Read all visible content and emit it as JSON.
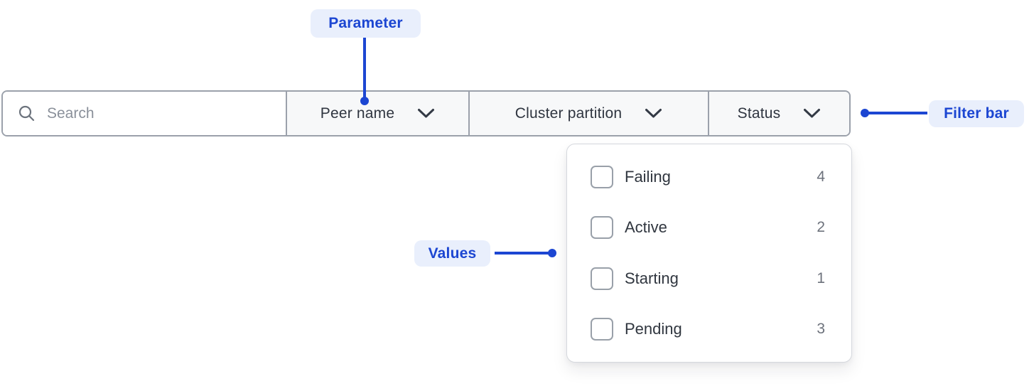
{
  "annotations": {
    "parameter_label": "Parameter",
    "filter_bar_label": "Filter bar",
    "values_label": "Values"
  },
  "filter_bar": {
    "search_placeholder": "Search",
    "parameters": [
      {
        "label": "Peer name"
      },
      {
        "label": "Cluster partition"
      },
      {
        "label": "Status"
      }
    ]
  },
  "status_dropdown": {
    "parameter": "Status",
    "options": [
      {
        "label": "Failing",
        "count": "4",
        "checked": false
      },
      {
        "label": "Active",
        "count": "2",
        "checked": false
      },
      {
        "label": "Starting",
        "count": "1",
        "checked": false
      },
      {
        "label": "Pending",
        "count": "3",
        "checked": false
      }
    ]
  },
  "colors": {
    "annotation_text": "#1c46d2",
    "annotation_pill_bg": "#e9effc",
    "bar_border": "#9ba1ab",
    "dropdown_segment_bg": "#f7f8f9",
    "label_text": "#2f3540",
    "muted_text": "#6d727c",
    "panel_border": "#d5d8dd"
  }
}
